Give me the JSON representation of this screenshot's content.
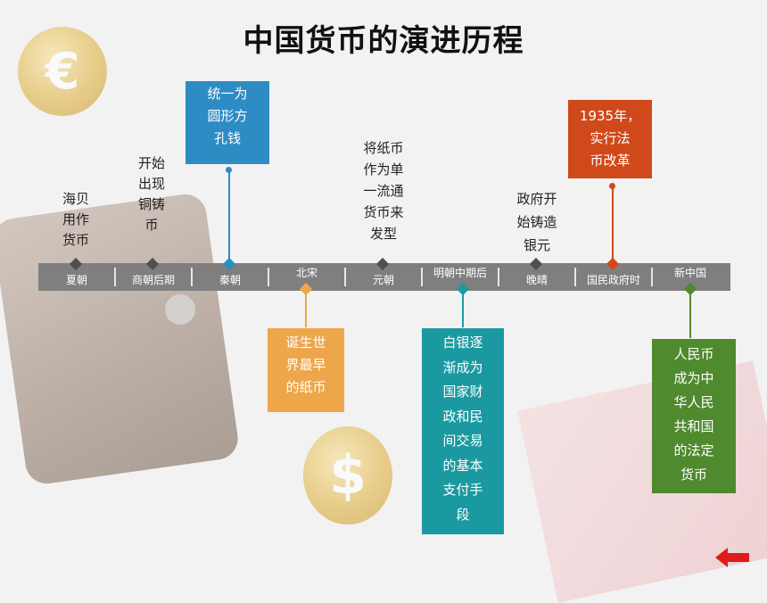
{
  "title": "中国货币的演进历程",
  "decor": {
    "coin1_symbol": "€",
    "coin2_symbol": "$"
  },
  "colors": {
    "bar": "#7f7f7f",
    "blue": "#2e8cc4",
    "orange": "#eea64a",
    "teal": "#1a9aa0",
    "red": "#d0491b",
    "green": "#4f8a2e",
    "dark": "#505050"
  },
  "periods": [
    "夏朝",
    "商朝后期",
    "秦朝",
    "北宋",
    "元朝",
    "明朝中期后",
    "晚晴",
    "国民政府时",
    "新中国"
  ],
  "events": {
    "xia": [
      "海贝",
      "用作",
      "货币"
    ],
    "shang": [
      "开始",
      "出现",
      "铜铸",
      "币"
    ],
    "qin": [
      "统一为",
      "圆形方",
      "孔钱"
    ],
    "beisong": [
      "诞生世",
      "界最早",
      "的纸币"
    ],
    "yuan": [
      "将纸币",
      "作为单",
      "一流通",
      "货币来",
      "发型"
    ],
    "ming": [
      "白银逐",
      "渐成为",
      "国家财",
      "政和民",
      "间交易",
      "的基本",
      "支付手",
      "段"
    ],
    "wanqing": [
      "政府开",
      "始铸造",
      "银元"
    ],
    "minguo": [
      "1935年，",
      "实行法",
      "币改革"
    ],
    "xinzhongguo": [
      "人民币",
      "成为中",
      "华人民",
      "共和国",
      "的法定",
      "货币"
    ]
  }
}
